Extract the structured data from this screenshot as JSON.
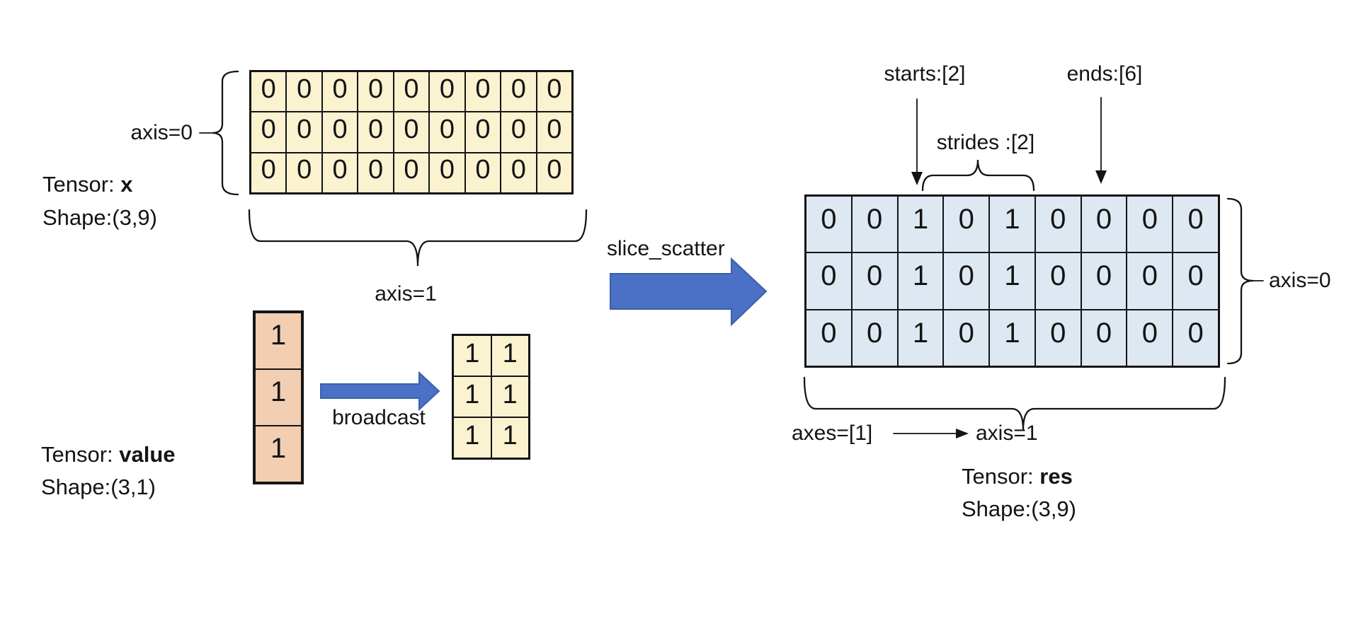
{
  "tensor_x": {
    "name_prefix": "Tensor: ",
    "name": "x",
    "shape": "Shape:(3,9)",
    "axis0_label": "axis=0",
    "axis1_label": "axis=1",
    "cells": [
      [
        "0",
        "0",
        "0",
        "0",
        "0",
        "0",
        "0",
        "0",
        "0"
      ],
      [
        "0",
        "0",
        "0",
        "0",
        "0",
        "0",
        "0",
        "0",
        "0"
      ],
      [
        "0",
        "0",
        "0",
        "0",
        "0",
        "0",
        "0",
        "0",
        "0"
      ]
    ]
  },
  "tensor_value": {
    "name_prefix": "Tensor: ",
    "name": "value",
    "shape": "Shape:(3,1)",
    "cells": [
      [
        "1"
      ],
      [
        "1"
      ],
      [
        "1"
      ]
    ]
  },
  "broadcast": {
    "label": "broadcast",
    "cells": [
      [
        "1",
        "1"
      ],
      [
        "1",
        "1"
      ],
      [
        "1",
        "1"
      ]
    ]
  },
  "operation": {
    "label": "slice_scatter"
  },
  "tensor_res": {
    "name_prefix": "Tensor: ",
    "name": "res",
    "shape": "Shape:(3,9)",
    "starts_label": "starts:[2]",
    "ends_label": "ends:[6]",
    "strides_label": "strides :[2]",
    "axes_label": "axes=[1]",
    "axis1_label": "axis=1",
    "axis0_label": "axis=0",
    "cells": [
      [
        "0",
        "0",
        "1",
        "0",
        "1",
        "0",
        "0",
        "0",
        "0"
      ],
      [
        "0",
        "0",
        "1",
        "0",
        "1",
        "0",
        "0",
        "0",
        "0"
      ],
      [
        "0",
        "0",
        "1",
        "0",
        "1",
        "0",
        "0",
        "0",
        "0"
      ]
    ]
  },
  "colors": {
    "x_cell_fill": "#FBF2D0",
    "value_cell_fill": "#F2CEB2",
    "broadcast_cell_fill": "#FBF2D0",
    "res_cell_fill": "#DEE8F3",
    "arrow_fill": "#4A71C5",
    "line": "#141414"
  }
}
